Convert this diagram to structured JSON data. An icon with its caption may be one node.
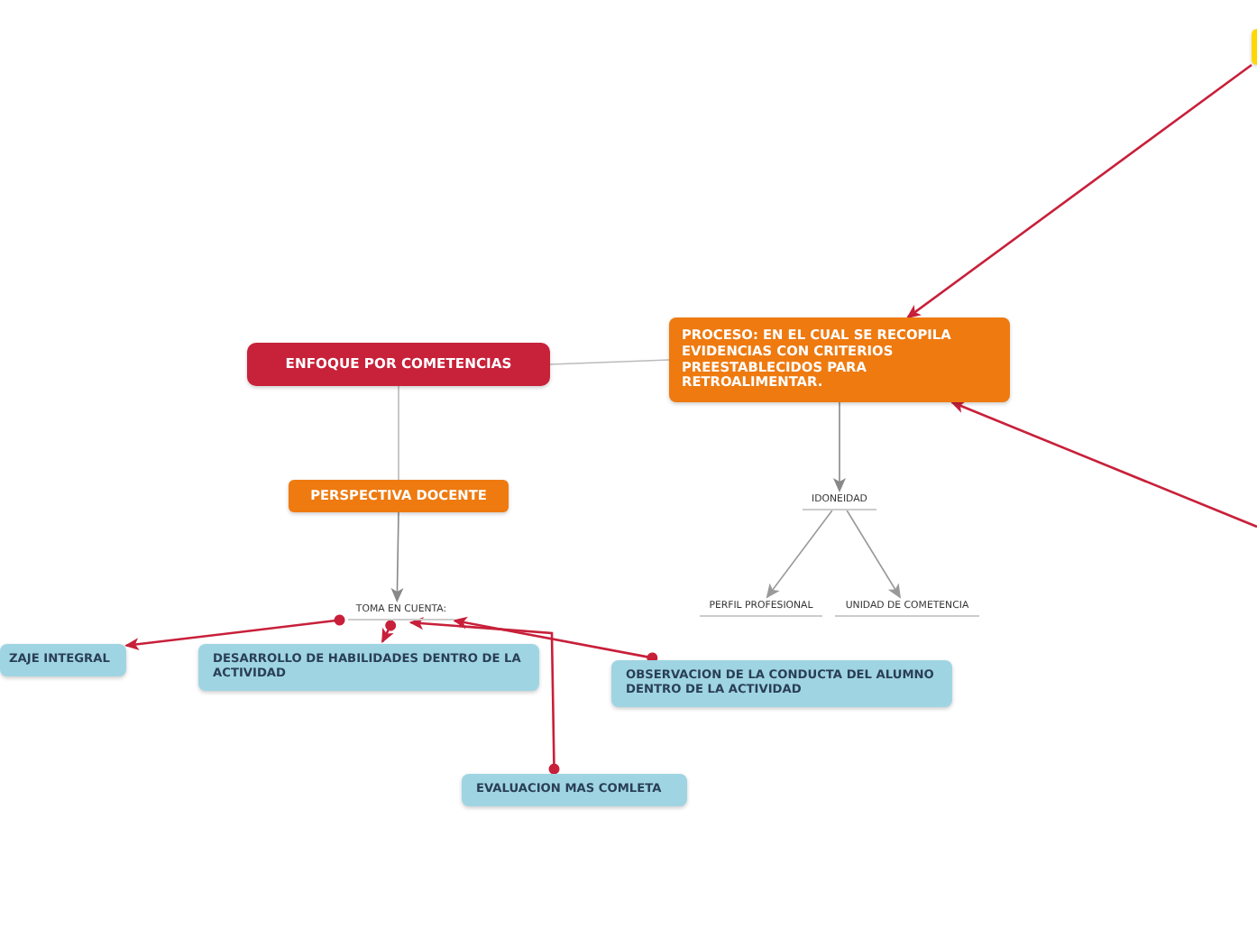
{
  "diagram": {
    "nodes": [
      {
        "text": [],
        "shape": "box"
      },
      {
        "text": [
          "PROCESO: EN EL CUAL SE RECOPILA EVIDENCIAS CON CRITERIOS PREESTABLECIDOS PARA RETROALIMENTAR."
        ]
      },
      {
        "text": [
          "ENFOQUE POR COMETENCIAS"
        ]
      },
      {
        "text": [
          "PERSPECTIVA DOCENTE"
        ]
      },
      {
        "text": [
          "IDONEIDAD"
        ]
      },
      {
        "text": [
          "TOMA EN CUENTA:"
        ]
      },
      {
        "text": [
          "PERFIL PROFESIONAL"
        ]
      },
      {
        "text": [
          "UNIDAD DE COMETENCIA"
        ]
      },
      {
        "text": [
          "ZAJE INTEGRAL"
        ]
      },
      {
        "text": [
          "DESARROLLO DE HABILIDADES DENTRO DE LA ACTIVIDAD"
        ]
      },
      {
        "text": [
          "OBSERVACION DE LA CONDUCTA DEL ALUMNO DENTRO DE LA ACTIVIDAD"
        ]
      },
      {
        "text": [
          "EVALUACION MAS COMLETA"
        ]
      }
    ],
    "edges": [
      {
        "from": 2,
        "to": 1,
        "arrow": "none",
        "color": "#bbbbbb"
      },
      {
        "from": 2,
        "to": 3,
        "arrow": "none",
        "color": "#bbbbbb"
      },
      {
        "from": 3,
        "to": 5,
        "arrow": "to",
        "color": "#888888"
      },
      {
        "from": 1,
        "to": 4,
        "arrow": "to",
        "color": "#888888"
      },
      {
        "from": 4,
        "to": 6,
        "arrow": "to",
        "color": "#999999"
      },
      {
        "from": 4,
        "to": 7,
        "arrow": "to",
        "color": "#999999"
      },
      {
        "from": 0,
        "to": 1,
        "arrow": "to"
      },
      {
        "from": null,
        "to": 1,
        "arrow": "to"
      },
      {
        "from": 5,
        "to": 8,
        "arrow": "to"
      },
      {
        "from": 5,
        "to": 9,
        "arrow": "to"
      },
      {
        "from": 11,
        "to": 5,
        "arrow": "to"
      },
      {
        "from": 10,
        "to": 5,
        "arrow": "to"
      }
    ]
  }
}
